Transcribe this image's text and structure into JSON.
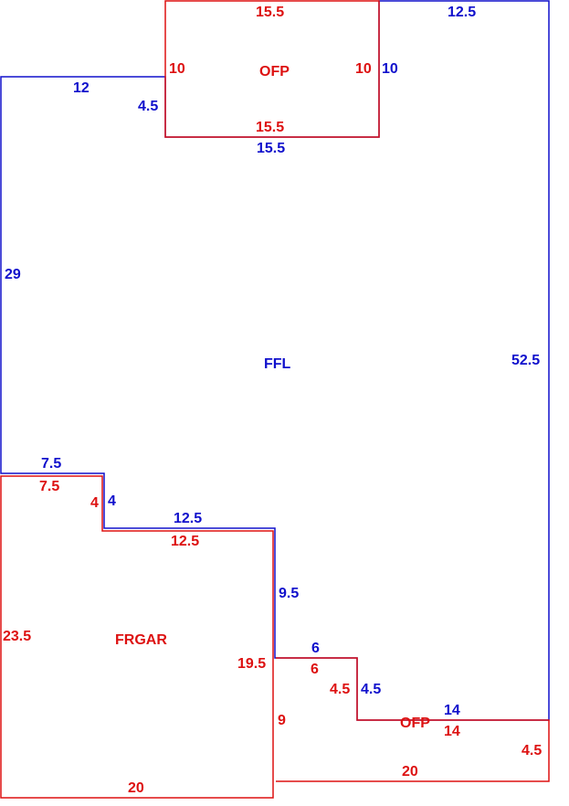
{
  "colors": {
    "blue": "#1010cc",
    "red": "#dd1111",
    "background": "#ffffff"
  },
  "ffl": {
    "name": "FFL",
    "dims": {
      "top_right": "12.5",
      "right": "52.5",
      "top_left": "12",
      "step_left": "4.5",
      "left": "29",
      "bottom_step1": "7.5",
      "bottom_step1_drop": "4",
      "bottom_step2": "12.5",
      "bottom_drop": "9.5",
      "bottom_step3": "6",
      "bottom_step3_drop": "4.5",
      "bottom_step4": "14",
      "ofp_side_right": "10",
      "ofp_bottom": "15.5"
    }
  },
  "ofp_top": {
    "name": "OFP",
    "dims": {
      "top": "15.5",
      "left": "10",
      "right": "10",
      "bottom": "15.5"
    }
  },
  "frgar": {
    "name": "FRGAR",
    "dims": {
      "top_left": "7.5",
      "drop1": "4",
      "top_mid": "12.5",
      "right": "19.5",
      "bottom": "20",
      "left": "23.5"
    }
  },
  "ofp_bottom": {
    "name": "OFP",
    "dims": {
      "top_left": "6",
      "drop_left": "4.5",
      "top_right": "14",
      "right": "4.5",
      "bottom": "20",
      "left": "9"
    }
  }
}
